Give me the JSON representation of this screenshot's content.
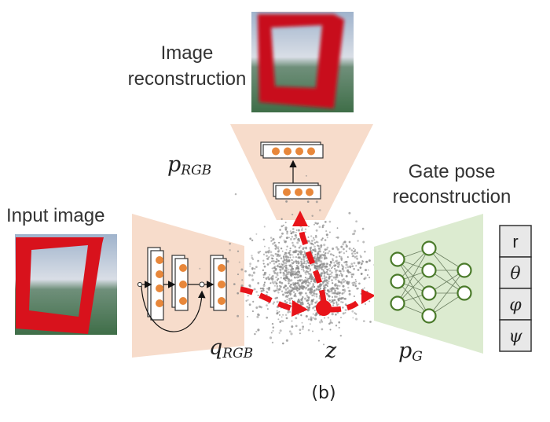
{
  "labels": {
    "image_reconstruction_line1": "Image",
    "image_reconstruction_line2": "reconstruction",
    "input_image": "Input image",
    "gate_pose_line1": "Gate pose",
    "gate_pose_line2": "reconstruction",
    "caption": "(b)"
  },
  "networks": {
    "decoder_rgb": {
      "symbol": "p",
      "subscript": "RGB"
    },
    "encoder_rgb": {
      "symbol": "q",
      "subscript": "RGB"
    },
    "decoder_gate": {
      "symbol": "p",
      "subscript": "G"
    },
    "latent": {
      "symbol": "z"
    }
  },
  "pose_outputs": [
    "r",
    "θ",
    "φ",
    "ψ"
  ],
  "colors": {
    "encoder_fill": "#f7dccb",
    "gate_decoder_fill": "#dcebd0",
    "neuron_orange": "#e8873a",
    "neuron_green_stroke": "#4a7a2a",
    "arrow_red": "#e8141a",
    "gate_red": "#d0101a",
    "latent_gray": "#8a8a8a",
    "table_fill": "#e8e8e8"
  }
}
